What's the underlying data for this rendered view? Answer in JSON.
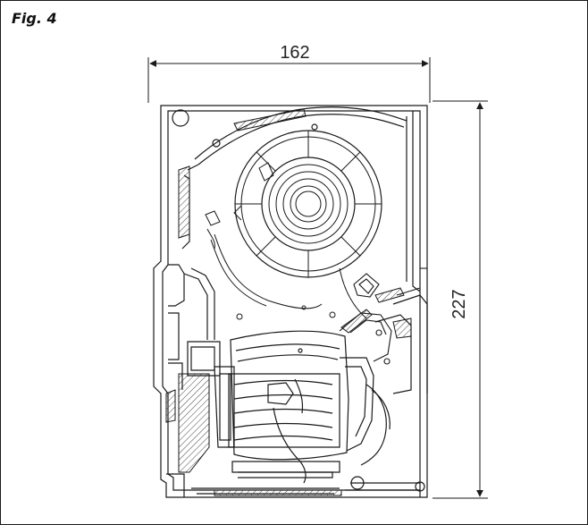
{
  "figure": {
    "label": "Fig. 4"
  },
  "dimensions": {
    "width_label": "162",
    "height_label": "227"
  },
  "colors": {
    "line": "#1a1a1a",
    "hatch": "#444444",
    "background": "#ffffff"
  }
}
